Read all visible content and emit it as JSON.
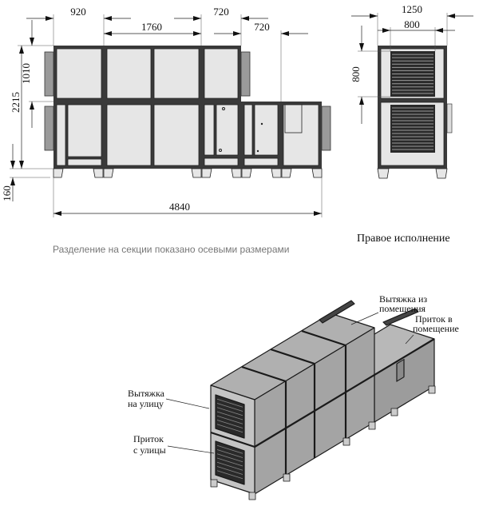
{
  "side_view": {
    "dimensions": {
      "section_1": "920",
      "section_2": "1760",
      "section_3": "720",
      "section_4": "720",
      "total_length": "4840",
      "upper_height": "1010",
      "total_height": "2215",
      "base_height": "160"
    }
  },
  "front_view": {
    "dimensions": {
      "width": "1250",
      "grille_width": "800",
      "grille_height": "800"
    },
    "title": "Правое исполнение"
  },
  "caption": "Разделение на секции показано осевыми размерами",
  "isometric_view": {
    "callouts": {
      "exhaust_outside": [
        "Вытяжка",
        "на улицу"
      ],
      "supply_from_outside": [
        "Приток",
        "с улицы"
      ],
      "exhaust_from_room": [
        "Вытяжка из",
        "помещения"
      ],
      "supply_to_room": [
        "Приток в",
        "помещение"
      ]
    }
  },
  "colors": {
    "frame": "#3a3a3a",
    "panel": "#e6e6e6",
    "duct": "#9a9a9a",
    "caption": "#777777"
  }
}
